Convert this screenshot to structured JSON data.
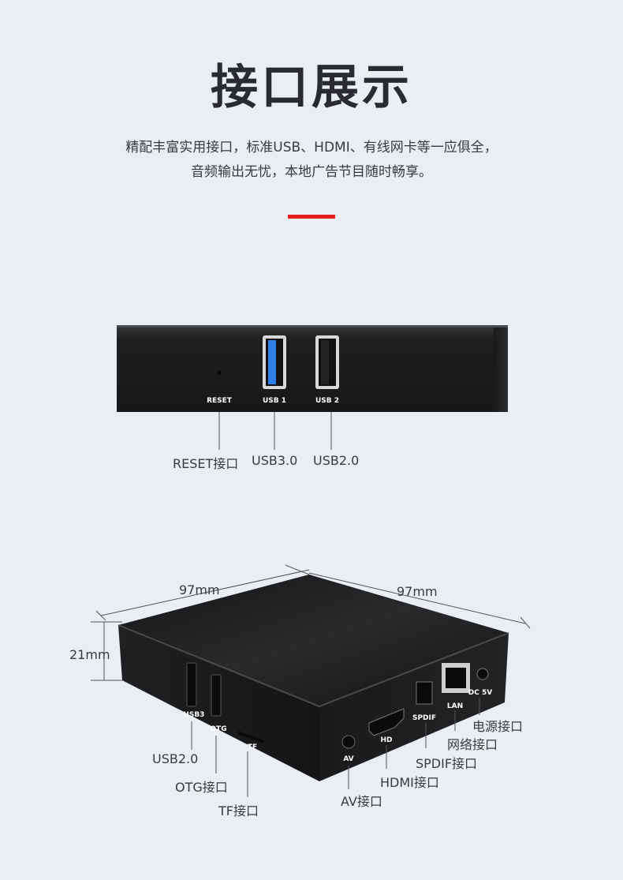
{
  "header": {
    "title": "接口展示",
    "subtitle_line1": "精配丰富实用接口，标准USB、HDMI、有线网卡等一应俱全，",
    "subtitle_line2": "音频输出无忧，本地广告节目随时畅享。"
  },
  "colors": {
    "accent": "#e5201f",
    "usb3_blue": "#2f7fe8",
    "device_body": "#1e1e20"
  },
  "front_view": {
    "port_labels": {
      "reset": "RESET",
      "usb1": "USB 1",
      "usb2": "USB 2"
    },
    "callouts": {
      "reset": "RESET接口",
      "usb3": "USB3.0",
      "usb2": "USB2.0"
    }
  },
  "side_view": {
    "dimensions": {
      "width": "97mm",
      "depth": "97mm",
      "height": "21mm"
    },
    "port_labels": {
      "usb3": "USB3",
      "otg": "OTG",
      "tf": "TF",
      "av": "AV",
      "hd": "HD",
      "spdif": "SPDIF",
      "lan": "LAN",
      "dc": "DC 5V"
    },
    "callouts": {
      "power": "电源接口",
      "network": "网络接口",
      "usb2": "USB2.0",
      "spdif": "SPDIF接口",
      "otg": "OTG接口",
      "hdmi": "HDMI接口",
      "tf": "TF接口",
      "av": "AV接口"
    }
  }
}
